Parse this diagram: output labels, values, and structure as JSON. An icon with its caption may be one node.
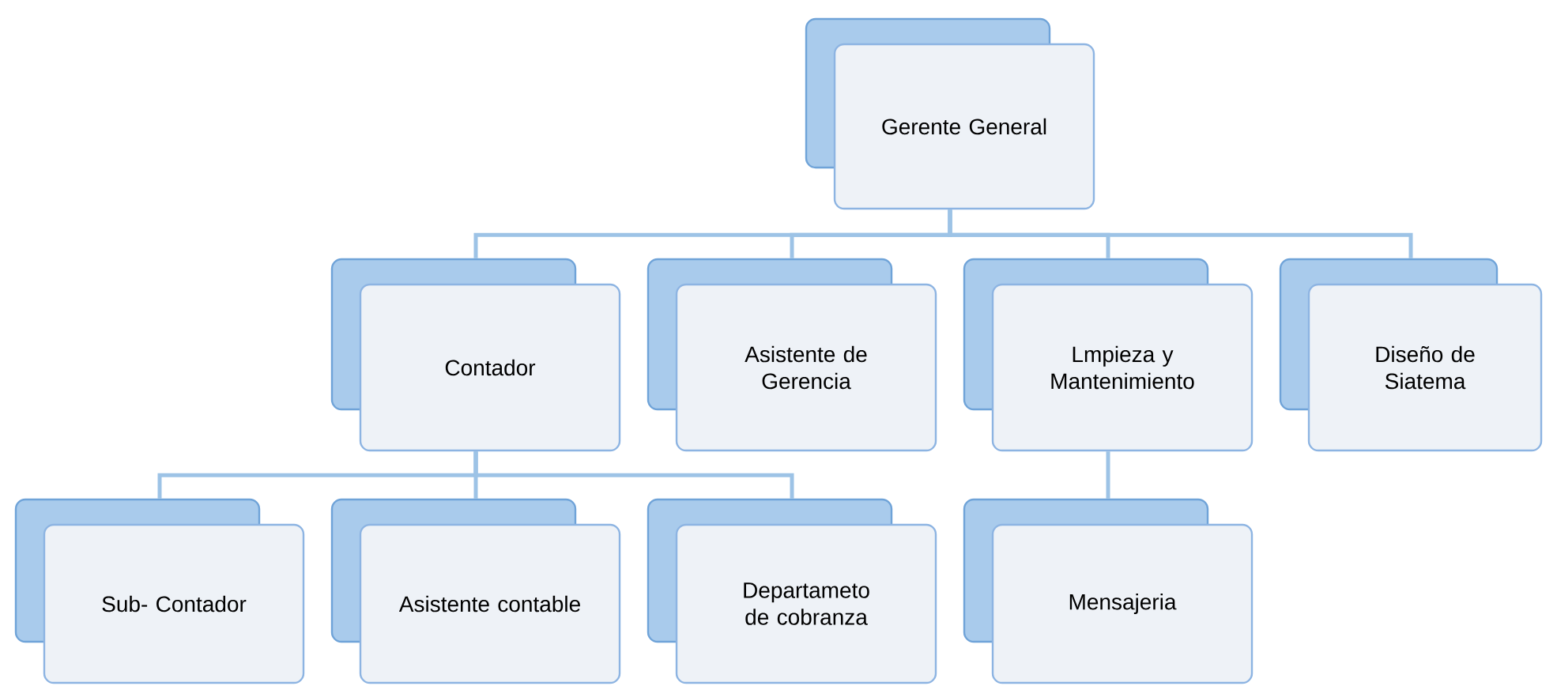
{
  "diagram": {
    "nodes": [
      {
        "text": [
          "Gerente General"
        ]
      },
      {
        "text": [
          "Contador"
        ]
      },
      {
        "text": [
          "Asistente de Gerencia"
        ]
      },
      {
        "text": [
          "Lmpieza y Mantenimiento"
        ]
      },
      {
        "text": [
          "Diseño de Siatema"
        ]
      },
      {
        "text": [
          "Sub- Contador"
        ]
      },
      {
        "text": [
          "Asistente contable"
        ]
      },
      {
        "text": [
          "Departameto de cobranza"
        ]
      },
      {
        "text": [
          "Mensajeria"
        ]
      }
    ],
    "edges": [
      {
        "from": 0,
        "to": 1,
        "arrow": "none"
      },
      {
        "from": 0,
        "to": 2,
        "arrow": "none"
      },
      {
        "from": 0,
        "to": 3,
        "arrow": "none"
      },
      {
        "from": 0,
        "to": 4,
        "arrow": "none"
      },
      {
        "from": 1,
        "to": 5,
        "arrow": "none"
      },
      {
        "from": 1,
        "to": 6,
        "arrow": "none"
      },
      {
        "from": 1,
        "to": 7,
        "arrow": "none"
      },
      {
        "from": 3,
        "to": 8,
        "arrow": "none"
      }
    ]
  }
}
